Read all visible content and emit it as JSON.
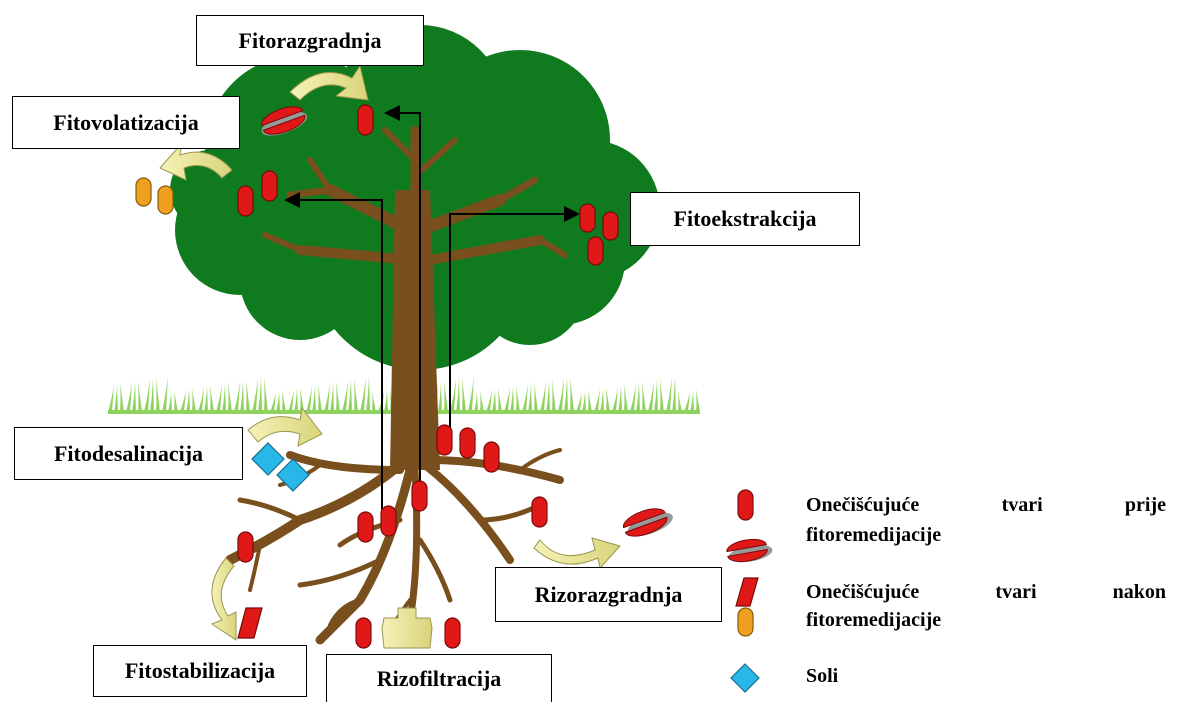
{
  "labels": {
    "fitorazgradnja": "Fitorazgradnja",
    "fitovolatizacija": "Fitovolatizacija",
    "fitoekstrakcija": "Fitoekstrakcija",
    "fitodesalinacija": "Fitodesalinacija",
    "rizorazgradnja": "Rizorazgradnja",
    "fitostabilizacija": "Fitostabilizacija",
    "rizofiltracija": "Rizofiltracija"
  },
  "legend": {
    "before_word1": "Onečišćujuće",
    "before_word2": "tvari",
    "before_word3": "prije",
    "before_line2": "fitoremedijacije",
    "after_word1": "Onečišćujuće",
    "after_word2": "tvari",
    "after_word3": "nakon",
    "after_line2": "fitoremedijacije",
    "salts": "Soli"
  },
  "colors": {
    "canopy": "#0f7a1e",
    "trunk": "#7a4f1e",
    "grass": "#8fd35f",
    "pollutant": "#e01818",
    "volatile": "#f0a020",
    "salt": "#29b6e8",
    "arrow_fill": "#f4f0a6"
  }
}
